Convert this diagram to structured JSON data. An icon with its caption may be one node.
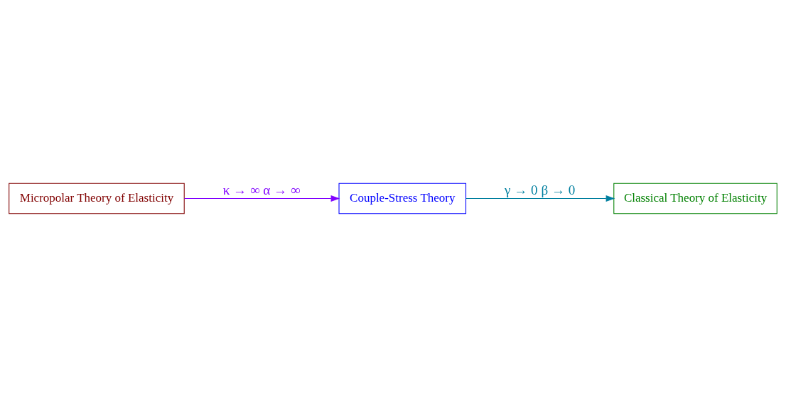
{
  "diagram": {
    "nodes": [
      {
        "text": [
          "Micropolar Theory of Elasticity"
        ]
      },
      {
        "text": [
          "Couple-Stress Theory"
        ]
      },
      {
        "text": [
          "Classical Theory of Elasticity"
        ]
      }
    ],
    "edges": [
      {
        "from": 0,
        "to": 1,
        "arrow": "to",
        "label": "κ → ∞ α → ∞",
        "color": "#8000ff"
      },
      {
        "from": 1,
        "to": 2,
        "arrow": "to",
        "label": "γ → 0 β → 0",
        "color": "#007f9f"
      }
    ]
  }
}
